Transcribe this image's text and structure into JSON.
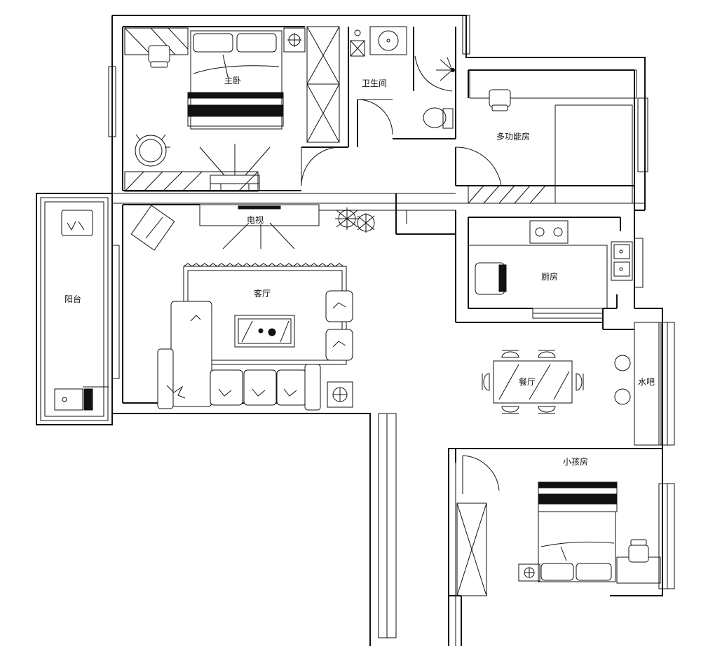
{
  "rooms": {
    "master_bedroom": "主卧",
    "bathroom": "卫生间",
    "multi_room": "多功能房",
    "balcony": "阳台",
    "tv_wall": "电视",
    "living_room": "客厅",
    "kitchen": "厨房",
    "dining_room": "餐厅",
    "bar": "水吧",
    "kids_room": "小孩房"
  }
}
